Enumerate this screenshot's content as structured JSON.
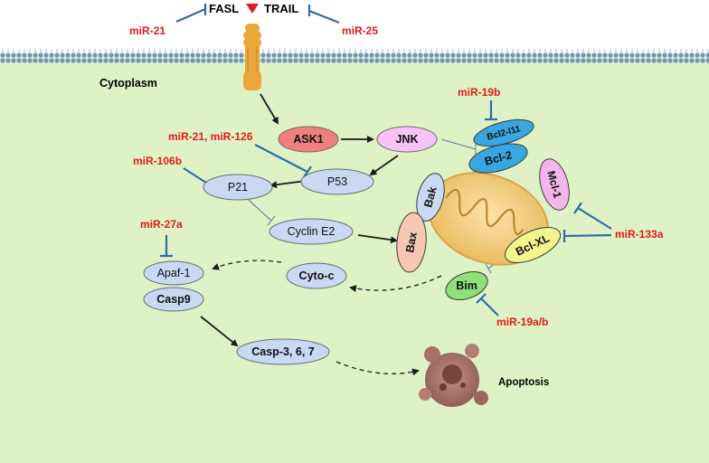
{
  "ligands": {
    "fasl": "FASL",
    "trail": "TRAIL"
  },
  "regions": {
    "cytoplasm": "Cytoplasm"
  },
  "nodes": {
    "ask1": "ASK1",
    "jnk": "JNK",
    "p53": "P53",
    "p21": "P21",
    "cyclin_e2": "Cyclin E2",
    "apaf1": "Apaf-1",
    "casp9": "Casp9",
    "casp367": "Casp-3, 6, 7",
    "cyto_c": "Cyto-c",
    "bcl2l11": "Bcl2-l11",
    "bcl2": "Bcl-2",
    "mcl1": "Mcl-1",
    "bcl_xl": "Bcl-XL",
    "bim": "Bim",
    "bak": "Bak",
    "bax": "Bax",
    "apoptosis": "Apoptosis"
  },
  "mirnas": {
    "mir21": "miR-21",
    "mir25": "miR-25",
    "mir19b": "miR-19b",
    "mir21_126": "miR-21, miR-126",
    "mir106b": "miR-106b",
    "mir27a": "miR-27a",
    "mir133a": "miR-133a",
    "mir19ab": "miR-19a/b"
  },
  "colors": {
    "cytoplasm": "#dff2c6",
    "membrane": "#7fa7c8",
    "inhibition": "#2b6ea8",
    "activation": "#1a1a1a",
    "mirna_text": "#e31a1c",
    "node_fill": "#c9d8f3",
    "ask1_fill": "#f08080",
    "jnk_fill": "#f7c2f5",
    "bcl_fill": "#3aa6e0",
    "mcl1_fill": "#f2b6ec",
    "bcl_xl_fill": "#f3f58e",
    "bim_fill": "#8ee07a",
    "bax_fill": "#f6c7b3",
    "mito_fill": "#f4d28a",
    "receptor": "#eaa63a"
  },
  "icons": [
    "death-receptor-icon",
    "mitochondrion-icon",
    "apoptotic-cell-icon",
    "ligand-triangle-icon"
  ]
}
